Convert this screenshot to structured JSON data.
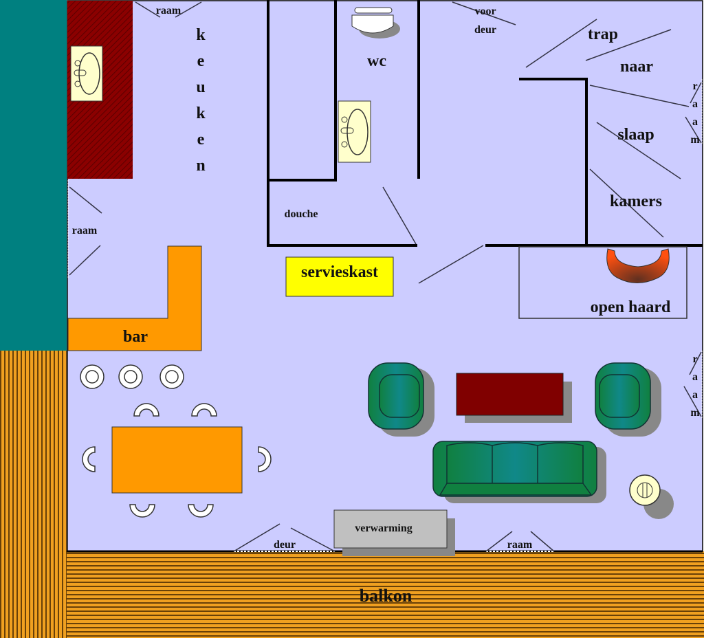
{
  "title": "Plattegrond",
  "colors": {
    "floor": "#ccccff",
    "outside_teal": "#008080",
    "deck": "#f0a020",
    "counter": "#8b0000",
    "bar_table": "#ff9900",
    "servieskast": "#ffff00",
    "coffee_table": "#800000",
    "sofa": "#108040",
    "heater": "#c0c0c0"
  },
  "labels": {
    "raam_top": "raam",
    "keuken": [
      "k",
      "e",
      "u",
      "k",
      "e",
      "n"
    ],
    "raam_left": "raam",
    "wc": "wc",
    "douche": "douche",
    "servieskast": "servieskast",
    "voor": "voor",
    "deur_front": "deur",
    "trap": "trap",
    "naar": "naar",
    "slaap": "slaap",
    "kamers": "kamers",
    "raam_right_1": [
      "r",
      "a",
      "a",
      "m"
    ],
    "raam_right_2": [
      "r",
      "a",
      "a",
      "m"
    ],
    "open_haard": "open haard",
    "bar": "bar",
    "verwarming": "verwarming",
    "deur_bottom": "deur",
    "raam_bottom": "raam",
    "balkon": "balkon"
  }
}
